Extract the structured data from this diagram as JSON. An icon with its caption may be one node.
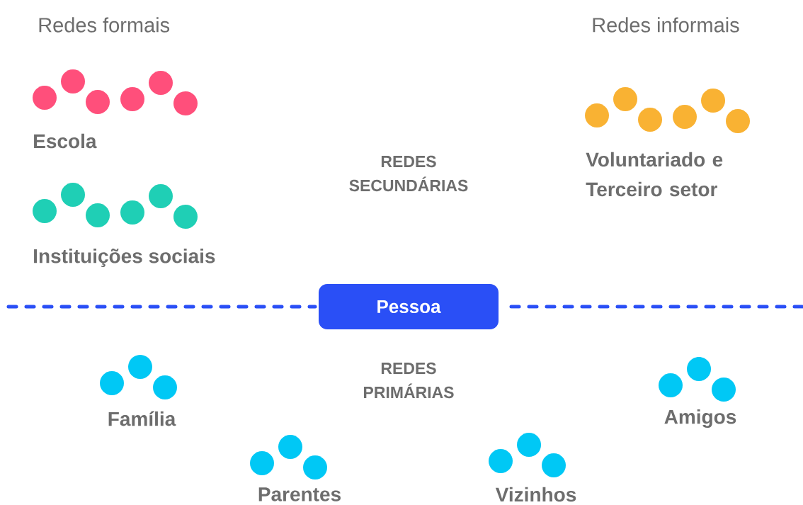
{
  "diagram": {
    "nodes": [
      {
        "text": [
          "Pessoa"
        ]
      }
    ],
    "labels": [
      "Redes formais",
      "Redes informais",
      "Escola",
      "REDES SECUNDÁRIAS",
      "Voluntariado e Terceiro setor",
      "Instituições sociais",
      "REDES PRIMÁRIAS",
      "Família",
      "Amigos",
      "Parentes",
      "Vizinhos"
    ]
  }
}
